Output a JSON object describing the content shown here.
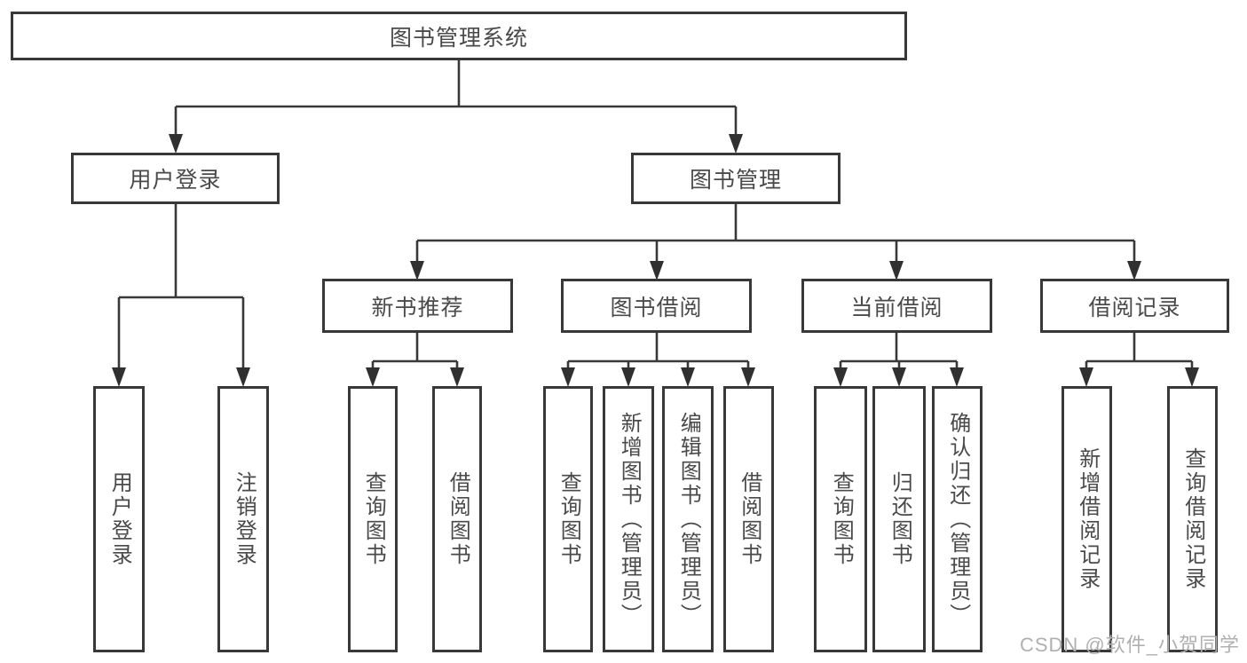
{
  "tree": {
    "label": "图书管理系统",
    "children": [
      {
        "label": "用户登录",
        "children": [
          {
            "label": "用户登录"
          },
          {
            "label": "注销登录"
          }
        ]
      },
      {
        "label": "图书管理",
        "children": [
          {
            "label": "新书推荐",
            "children": [
              {
                "label": "查询图书"
              },
              {
                "label": "借阅图书"
              }
            ]
          },
          {
            "label": "图书借阅",
            "children": [
              {
                "label": "查询图书"
              },
              {
                "label": "新增图书（管理员）"
              },
              {
                "label": "编辑图书（管理员）"
              },
              {
                "label": "借阅图书"
              }
            ]
          },
          {
            "label": "当前借阅",
            "children": [
              {
                "label": "查询图书"
              },
              {
                "label": "归还图书"
              },
              {
                "label": "确认归还（管理员）"
              }
            ]
          },
          {
            "label": "借阅记录",
            "children": [
              {
                "label": "新增借阅记录"
              },
              {
                "label": "查询借阅记录"
              }
            ]
          }
        ]
      }
    ]
  },
  "watermark": {
    "text": "CSDN @软件_小贺同学"
  },
  "colors": {
    "line": "#383838",
    "text": "#4a4a4a",
    "background": "#ffffff",
    "watermark": "#b0b0b0"
  }
}
